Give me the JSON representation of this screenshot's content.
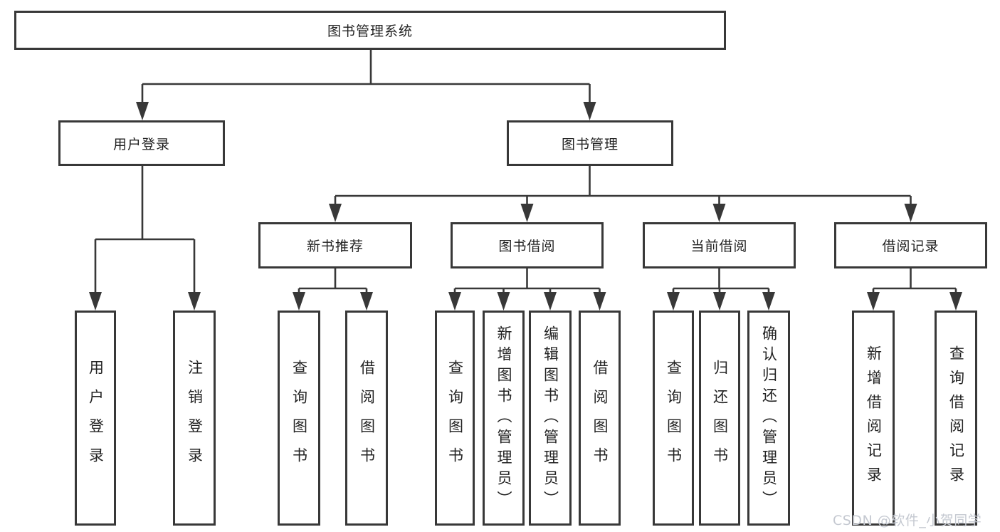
{
  "diagram": {
    "root": {
      "label": "图书管理系统",
      "children": [
        {
          "label": "用户登录",
          "children": [
            {
              "label": "用户登录"
            },
            {
              "label": "注销登录"
            }
          ]
        },
        {
          "label": "图书管理",
          "children": [
            {
              "label": "新书推荐",
              "children": [
                {
                  "label": "查询图书"
                },
                {
                  "label": "借阅图书"
                }
              ]
            },
            {
              "label": "图书借阅",
              "children": [
                {
                  "label": "查询图书"
                },
                {
                  "label": "新增图书（管理员）"
                },
                {
                  "label": "编辑图书（管理员）"
                },
                {
                  "label": "借阅图书"
                }
              ]
            },
            {
              "label": "当前借阅",
              "children": [
                {
                  "label": "查询图书"
                },
                {
                  "label": "归还图书"
                },
                {
                  "label": "确认归还（管理员）"
                }
              ]
            },
            {
              "label": "借阅记录",
              "children": [
                {
                  "label": "新增借阅记录"
                },
                {
                  "label": "查询借阅记录"
                }
              ]
            }
          ]
        }
      ]
    }
  },
  "watermark": "CSDN @软件_小贺同学",
  "colors": {
    "line_color": "#383838",
    "text_color": "#222222",
    "box_bg": "#ffffff",
    "watermark_color": "#c5c9d1",
    "page_bg": "#ffffff"
  }
}
